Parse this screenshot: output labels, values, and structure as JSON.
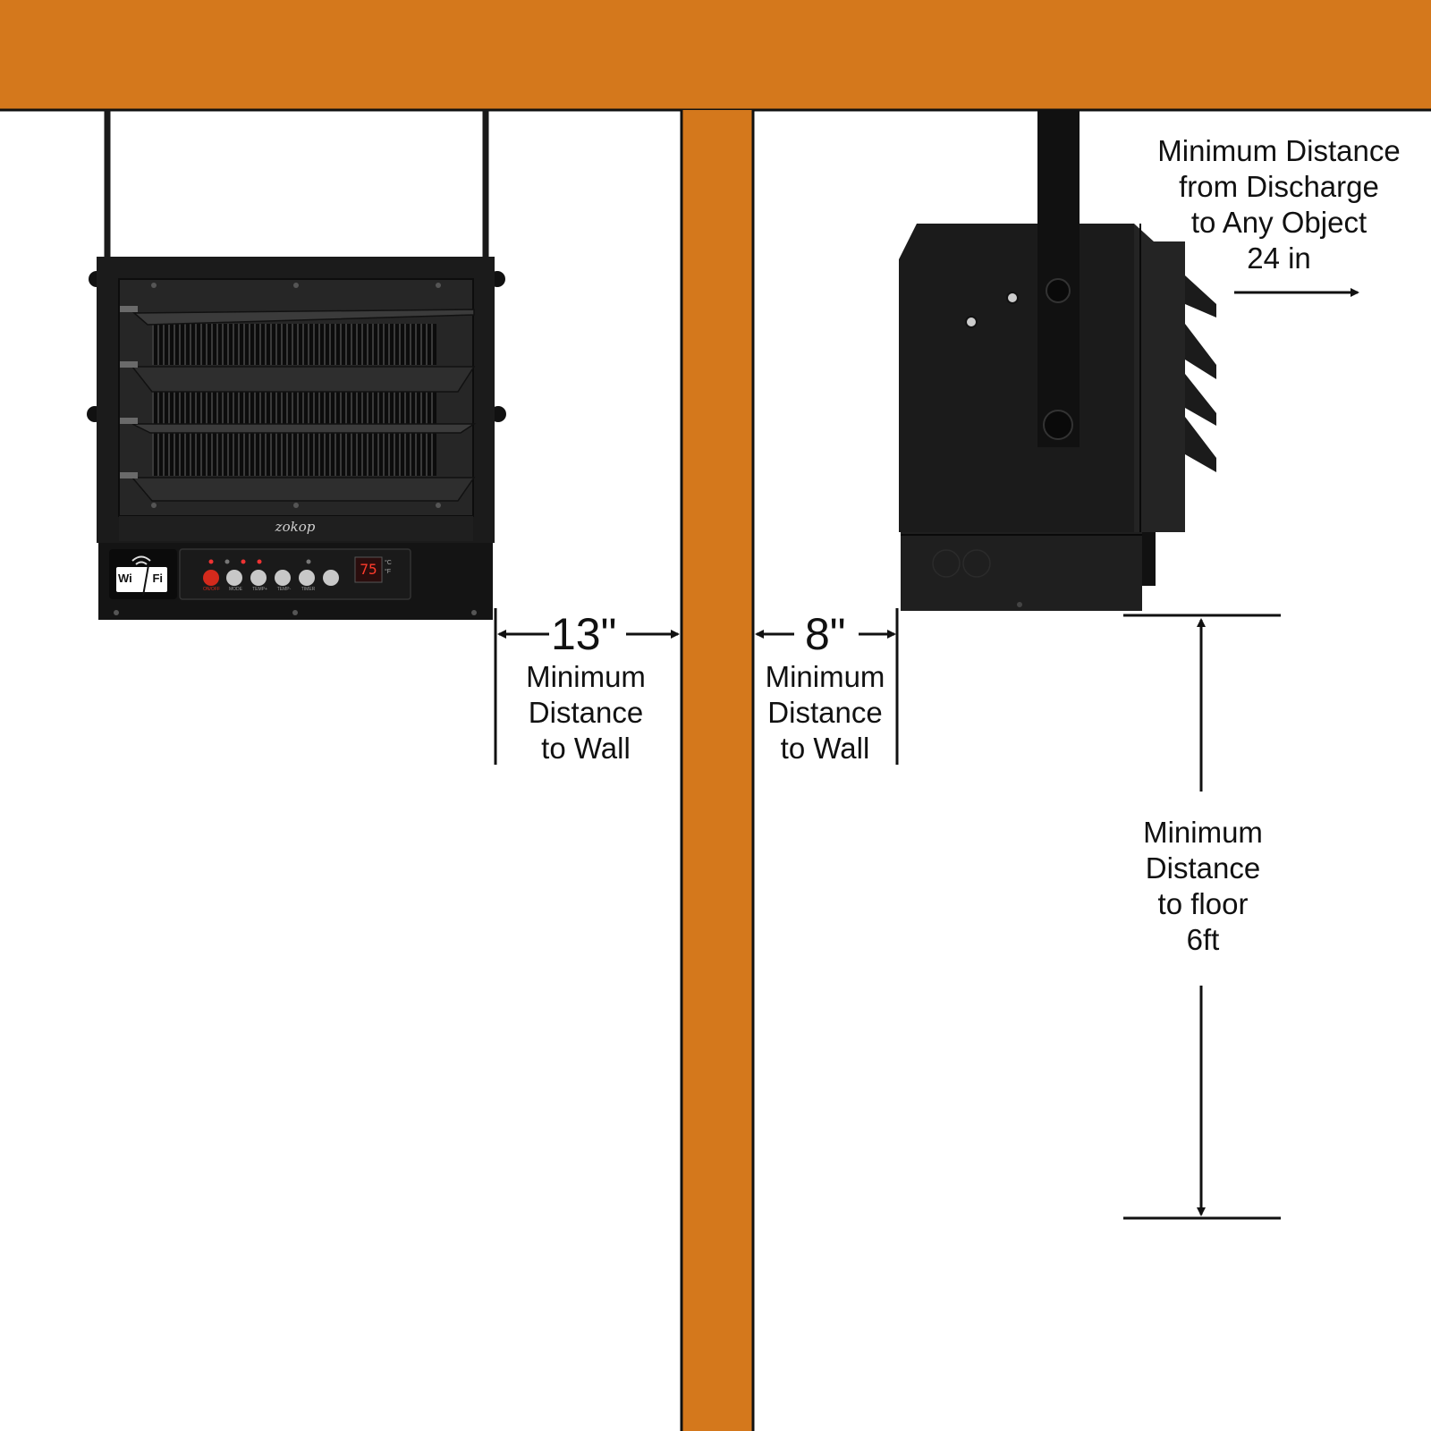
{
  "colors": {
    "wood": "#D4781C",
    "heater_body": "#1b1b1b",
    "wall_bg": "#ffffff",
    "line": "#111111",
    "power_red": "#d42a1c"
  },
  "front_view": {
    "logo_text": "zokop",
    "wifi_badge": {
      "left": "Wi",
      "right": "Fi"
    },
    "display_value": "75",
    "unit_c": "°C",
    "unit_f": "°F",
    "buttons": [
      "ON/OFF",
      "MODE",
      "TEMP+",
      "TEMP-",
      "TIMER"
    ]
  },
  "wall_clearance_front": {
    "value": "13\"",
    "label_lines": [
      "Minimum",
      "Distance",
      "to Wall"
    ]
  },
  "wall_clearance_side": {
    "value": "8\"",
    "label_lines": [
      "Minimum",
      "Distance",
      "to Wall"
    ]
  },
  "discharge_clearance": {
    "label_lines": [
      "Minimum Distance",
      "from Discharge",
      "to Any Object",
      "24 in"
    ]
  },
  "floor_clearance": {
    "label_lines": [
      "Minimum",
      "Distance",
      "to floor",
      "6ft"
    ]
  }
}
